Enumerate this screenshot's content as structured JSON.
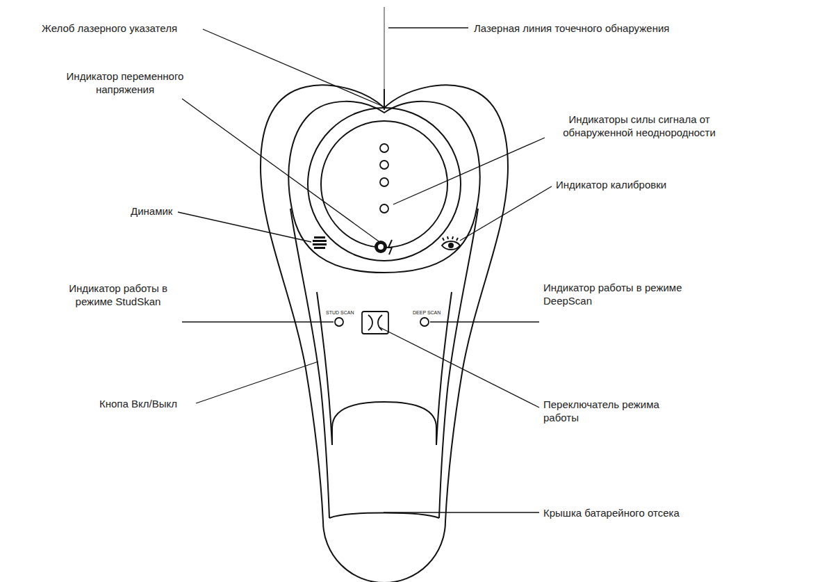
{
  "diagram": {
    "labels": [
      "Желоб лазерного указателя",
      "Лазерная линия точечного обнаружения",
      "Индикатор переменного напряжения",
      "Индикаторы силы сигнала от обнаруженной неоднородности",
      "Индикатор калибровки",
      "Динамик",
      "Индикатор работы в режиме StudSkan",
      "Индикатор работы в режиме DeepScan",
      "Кнопа Вкл/Выкл",
      "Переключатель режима работы",
      "Крышка батарейного отсека",
      "STUD SCAN",
      "DEEP SCAN"
    ]
  }
}
